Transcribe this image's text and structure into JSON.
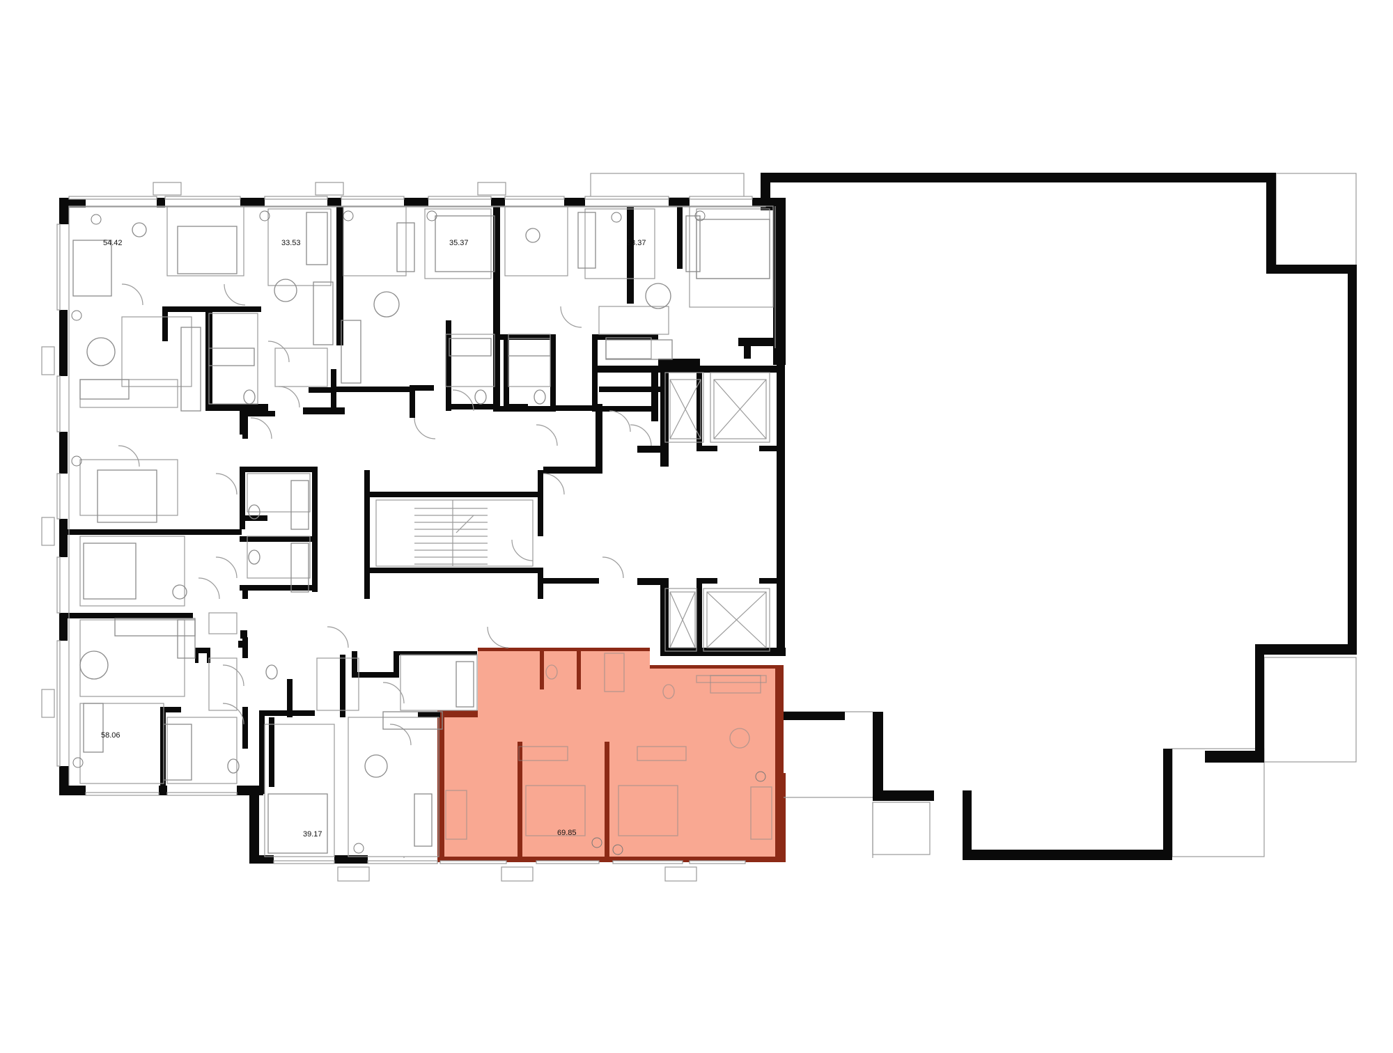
{
  "colors": {
    "highlight_fill": "#f9a892",
    "highlight_wall": "#8c2a16",
    "wall": "#0a0a0a",
    "line": "#9a9a9a"
  },
  "apartments": [
    {
      "id": "a1",
      "area": "54.42"
    },
    {
      "id": "a2",
      "area": "33.53"
    },
    {
      "id": "a3",
      "area": "35.37"
    },
    {
      "id": "a4",
      "area": "53.37"
    },
    {
      "id": "a5",
      "area": "58.06"
    },
    {
      "id": "a6",
      "area": "39.17"
    },
    {
      "id": "a7",
      "area": "69.85",
      "highlighted": true
    }
  ],
  "icons": {
    "plant": "plant-icon",
    "bed": "bed-icon",
    "dining_table": "dining-table-icon",
    "sofa": "sofa-icon",
    "bathtub": "bathtub-icon",
    "toilet": "toilet-icon",
    "stove": "stove-icon",
    "elevator": "elevator-icon",
    "stairs": "stairs-icon",
    "window_marker": "window-marker-icon"
  }
}
